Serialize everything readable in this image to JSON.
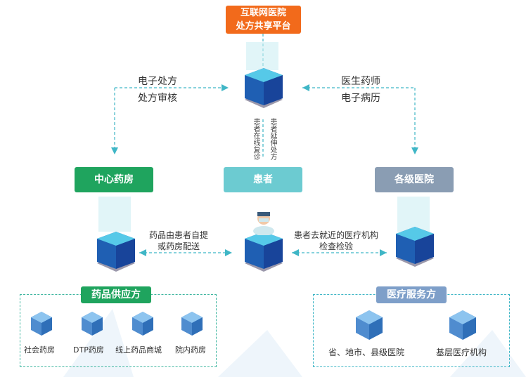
{
  "top": {
    "line1": "互联网医院",
    "line2": "处方共享平台",
    "color": "#f26a1b"
  },
  "left_top_text": {
    "line1": "电子处方",
    "line2": "处方审核"
  },
  "right_top_text": {
    "line1": "医生药师",
    "line2": "电子病历"
  },
  "center_vertical": {
    "left": "患者在线复诊",
    "right": "患者延伸处方"
  },
  "nodes": {
    "central_pharmacy": {
      "label": "中心药房",
      "color": "#1fa45e"
    },
    "patient": {
      "label": "患者",
      "color": "#6ccbd1"
    },
    "hospitals": {
      "label": "各级医院",
      "color": "#8a9db3"
    }
  },
  "mid_left_text": {
    "line1": "药品由患者自提",
    "line2": "或药房配送"
  },
  "mid_right_text": {
    "line1": "患者去就近的医疗机构",
    "line2": "检查检验"
  },
  "supplier": {
    "title": "药品供应方",
    "color": "#1fa45e",
    "items": [
      "社会药房",
      "DTP药房",
      "线上药品商城",
      "院内药房"
    ]
  },
  "service": {
    "title": "医疗服务方",
    "color": "#7e9fc9",
    "items": [
      "省、地市、县级医院",
      "基层医疗机构"
    ]
  }
}
